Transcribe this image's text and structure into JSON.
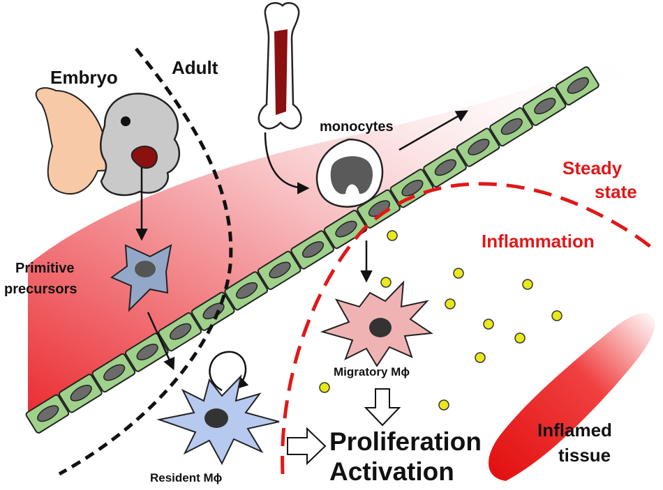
{
  "labels": {
    "embryo": "Embryo",
    "adult": "Adult",
    "monocytes": "monocytes",
    "steady_state_line1": "Steady",
    "steady_state_line2": "state",
    "inflammation": "Inflammation",
    "primitive_line1": "Primitive",
    "primitive_line2": "precursors",
    "migratory": "Migratory Mϕ",
    "resident": "Resident Mϕ",
    "proliferation": "Proliferation",
    "activation": "Activation",
    "inflamed_line1": "Inflamed",
    "inflamed_line2": "tissue"
  },
  "colors": {
    "vessel_cell": "#9fd18a",
    "nucleus": "#6b6b6b",
    "dashed_red": "#e01818",
    "particle": "#e8e81a",
    "blood_gradient": "#e8141a",
    "marrow": "#8b1010",
    "primitive_cell": "#93a8c8",
    "resident_cell": "#b6c9ee",
    "migratory_cell": "#f0b3b3",
    "embryo_body": "#c8c8c8",
    "placenta": "#f7c9a6"
  }
}
